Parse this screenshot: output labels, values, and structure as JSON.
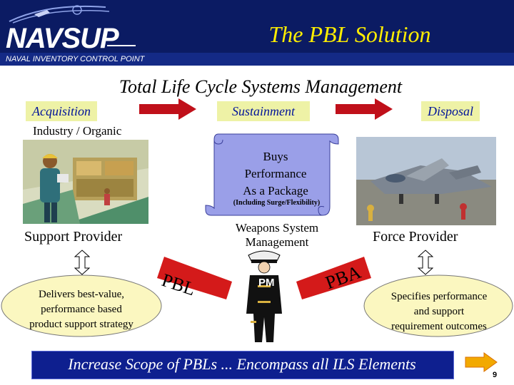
{
  "header": {
    "logo_text": "NAVSUP",
    "subtitle": "NAVAL INVENTORY CONTROL POINT",
    "slide_title": "The PBL Solution"
  },
  "lifecycle": {
    "title": "Total Life Cycle Systems Management",
    "phases": [
      "Acquisition",
      "Sustainment",
      "Disposal"
    ],
    "industry_label": "Industry / Organic"
  },
  "scroll": {
    "main": [
      "Buys",
      "Performance",
      "As a Package"
    ],
    "sub": "(Including Surge/Flexibility)"
  },
  "roles": {
    "support": "Support Provider",
    "weapons": [
      "Weapons System",
      "Management"
    ],
    "force": "Force Provider",
    "pm": "PM"
  },
  "agreements": {
    "pbl": "PBL",
    "pba": "PBA"
  },
  "support_desc": [
    "Delivers best-value,",
    "performance based",
    "product support strategy"
  ],
  "force_desc": [
    "Specifies performance",
    "and support",
    "requirement outcomes"
  ],
  "banner": "Increase Scope of PBLs ... Encompass all ILS Elements",
  "page_number": "9",
  "colors": {
    "header_bg": "#0b1b63",
    "title_yellow": "#ffee00",
    "phase_bg": "#eef2a6",
    "phase_text": "#001399",
    "arrow_red": "#c0101a",
    "banner_bg": "#0e1f8f",
    "ellipse_fill": "#fbf7c0"
  }
}
